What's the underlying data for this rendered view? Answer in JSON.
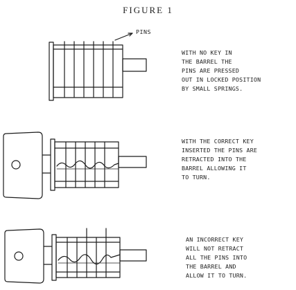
{
  "figure": {
    "title": "FIGURE 1",
    "pins_label": "PINS"
  },
  "panels": [
    {
      "caption_lines": [
        "WITH NO KEY IN",
        "THE BARREL THE",
        "PINS ARE PRESSED",
        "OUT IN LOCKED POSITION",
        "BY SMALL SPRINGS."
      ]
    },
    {
      "caption_lines": [
        "WITH THE CORRECT KEY",
        "INSERTED THE PINS ARE",
        "RETRACTED INTO THE",
        "BARREL ALLOWING IT",
        "TO TURN."
      ]
    },
    {
      "caption_lines": [
        "AN INCORRECT KEY",
        "WILL NOT RETRACT",
        "ALL THE PINS INTO",
        "THE BARREL AND",
        "ALLOW IT TO TURN."
      ]
    }
  ]
}
